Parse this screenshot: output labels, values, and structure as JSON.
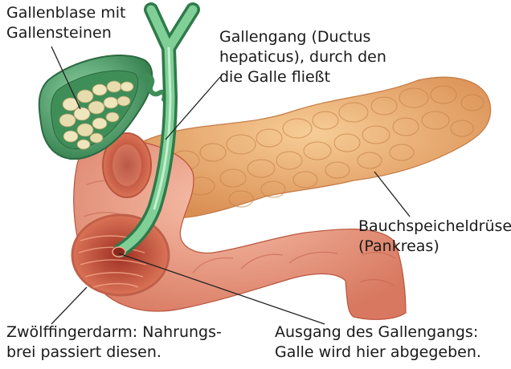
{
  "labels": {
    "gallbladder": [
      "Gallenblase mit",
      "Gallensteinen"
    ],
    "bile_duct": [
      "Gallengang (Ductus",
      "hepaticus), durch den",
      "die Galle fließt"
    ],
    "pancreas": [
      "Bauchspeicheldrüse",
      "(Pankreas)"
    ],
    "duodenum": [
      "Zwölffingerdarm: Nahrungs-",
      "brei passiert diesen."
    ],
    "duct_exit": [
      "Ausgang des Gallengangs:",
      "Galle wird hier abgegeben."
    ]
  },
  "colors": {
    "pancreas": "#f0b77a",
    "pancreas_shadow": "#d98e52",
    "duodenum": "#f2a58c",
    "duodenum_dark": "#d46a52",
    "lumen": "#c9503e",
    "gallbladder": "#5fb57a",
    "gallbladder_dark": "#2f7a4a",
    "stones": "#e6dcae",
    "duct": "#7fcf96",
    "leader": "#222222"
  }
}
